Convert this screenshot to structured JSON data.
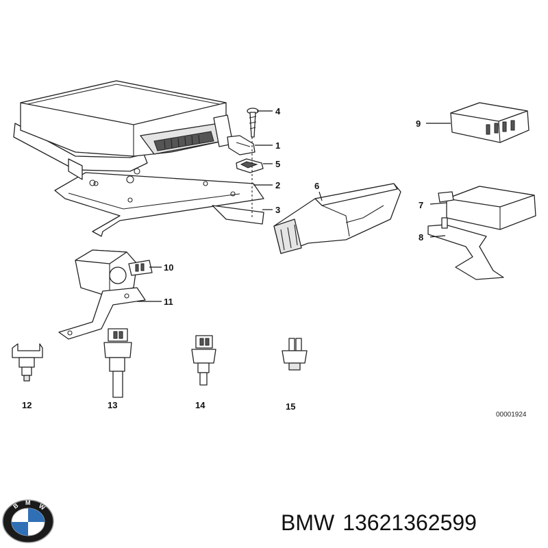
{
  "diagram": {
    "callouts": [
      {
        "id": "c1",
        "text": "1"
      },
      {
        "id": "c2",
        "text": "2"
      },
      {
        "id": "c3",
        "text": "3"
      },
      {
        "id": "c4",
        "text": "4"
      },
      {
        "id": "c5",
        "text": "5"
      },
      {
        "id": "c6",
        "text": "6"
      },
      {
        "id": "c7",
        "text": "7"
      },
      {
        "id": "c8",
        "text": "8"
      },
      {
        "id": "c9",
        "text": "9"
      },
      {
        "id": "c10",
        "text": "10"
      },
      {
        "id": "c11",
        "text": "11"
      },
      {
        "id": "c12",
        "text": "12"
      },
      {
        "id": "c13",
        "text": "13"
      },
      {
        "id": "c14",
        "text": "14"
      },
      {
        "id": "c15",
        "text": "15"
      }
    ],
    "reference_code": "00001924"
  },
  "caption": {
    "brand": "BMW",
    "part_number": "13621362599"
  },
  "logo": {
    "name": "bmw-roundel",
    "lettering": "BMW",
    "colors": {
      "ring": "#1a1a1a",
      "blue": "#2f6fb5",
      "white": "#ffffff"
    }
  }
}
